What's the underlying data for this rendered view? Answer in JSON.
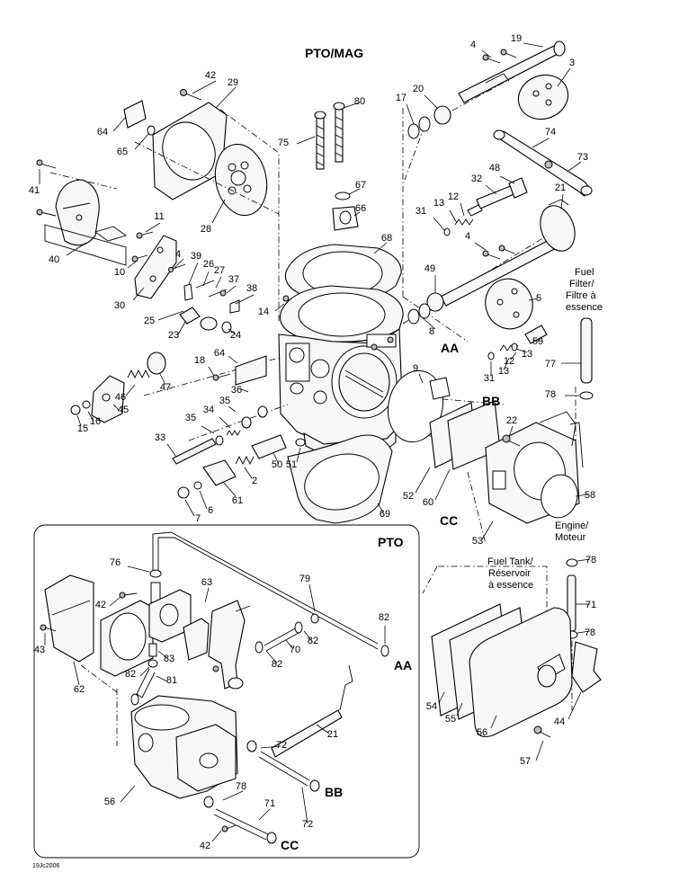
{
  "labels": {
    "title_ptomag": "PTO/MAG",
    "title_pto": "PTO",
    "aa_top": "AA",
    "bb_top": "BB",
    "cc_top": "CC",
    "aa_bottom": "AA",
    "bb_bottom": "BB",
    "cc_bottom": "CC",
    "fuel_filter_1": "Fuel",
    "fuel_filter_2": "Filter/",
    "fuel_filter_3": "Filtre à",
    "fuel_filter_4": "essence",
    "fuel_tank_1": "Fuel Tank/",
    "fuel_tank_2": "Réservoir",
    "fuel_tank_3": "à essence",
    "engine_1": "Engine/",
    "engine_2": "Moteur",
    "drawing_code": "19Jc2006"
  },
  "callouts": [
    "42",
    "29",
    "64",
    "65",
    "41",
    "28",
    "40",
    "11",
    "10",
    "30",
    "4",
    "39",
    "26",
    "27",
    "37",
    "38",
    "25",
    "23",
    "24",
    "14",
    "80",
    "75",
    "67",
    "66",
    "68",
    "17",
    "20",
    "19",
    "4",
    "3",
    "74",
    "73",
    "32",
    "48",
    "31",
    "13",
    "12",
    "21",
    "4",
    "49",
    "8",
    "5",
    "18",
    "64",
    "36",
    "35",
    "34",
    "35",
    "33",
    "46",
    "47",
    "45",
    "16",
    "15",
    "2",
    "6",
    "7",
    "61",
    "50",
    "51",
    "69",
    "59",
    "12",
    "13",
    "31",
    "13",
    "9",
    "22",
    "52",
    "60",
    "53",
    "58",
    "77",
    "78",
    "78",
    "71",
    "78",
    "54",
    "55",
    "56",
    "44",
    "57",
    "76",
    "63",
    "42",
    "43",
    "62",
    "83",
    "82",
    "81",
    "79",
    "82",
    "70",
    "82",
    "82",
    "21",
    "72",
    "72",
    "78",
    "71",
    "56",
    "42"
  ]
}
